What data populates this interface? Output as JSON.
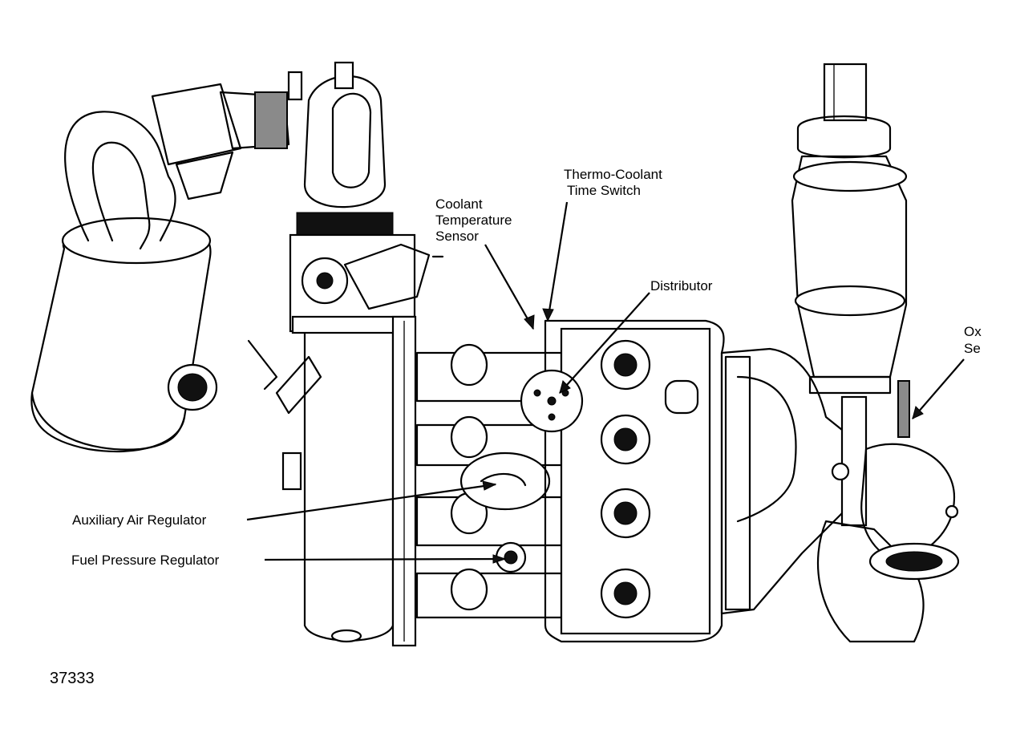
{
  "labels": {
    "thermo_switch": [
      "Thermo-Coolant",
      "Time Switch"
    ],
    "coolant_sensor": [
      "Coolant",
      "Temperature",
      "Sensor"
    ],
    "distributor": "Distributor",
    "oxygen_sensor": [
      "Ox",
      "Se"
    ],
    "aux_air": "Auxiliary Air Regulator",
    "fuel_pressure": "Fuel Pressure Regulator"
  },
  "figure_number": "37333"
}
